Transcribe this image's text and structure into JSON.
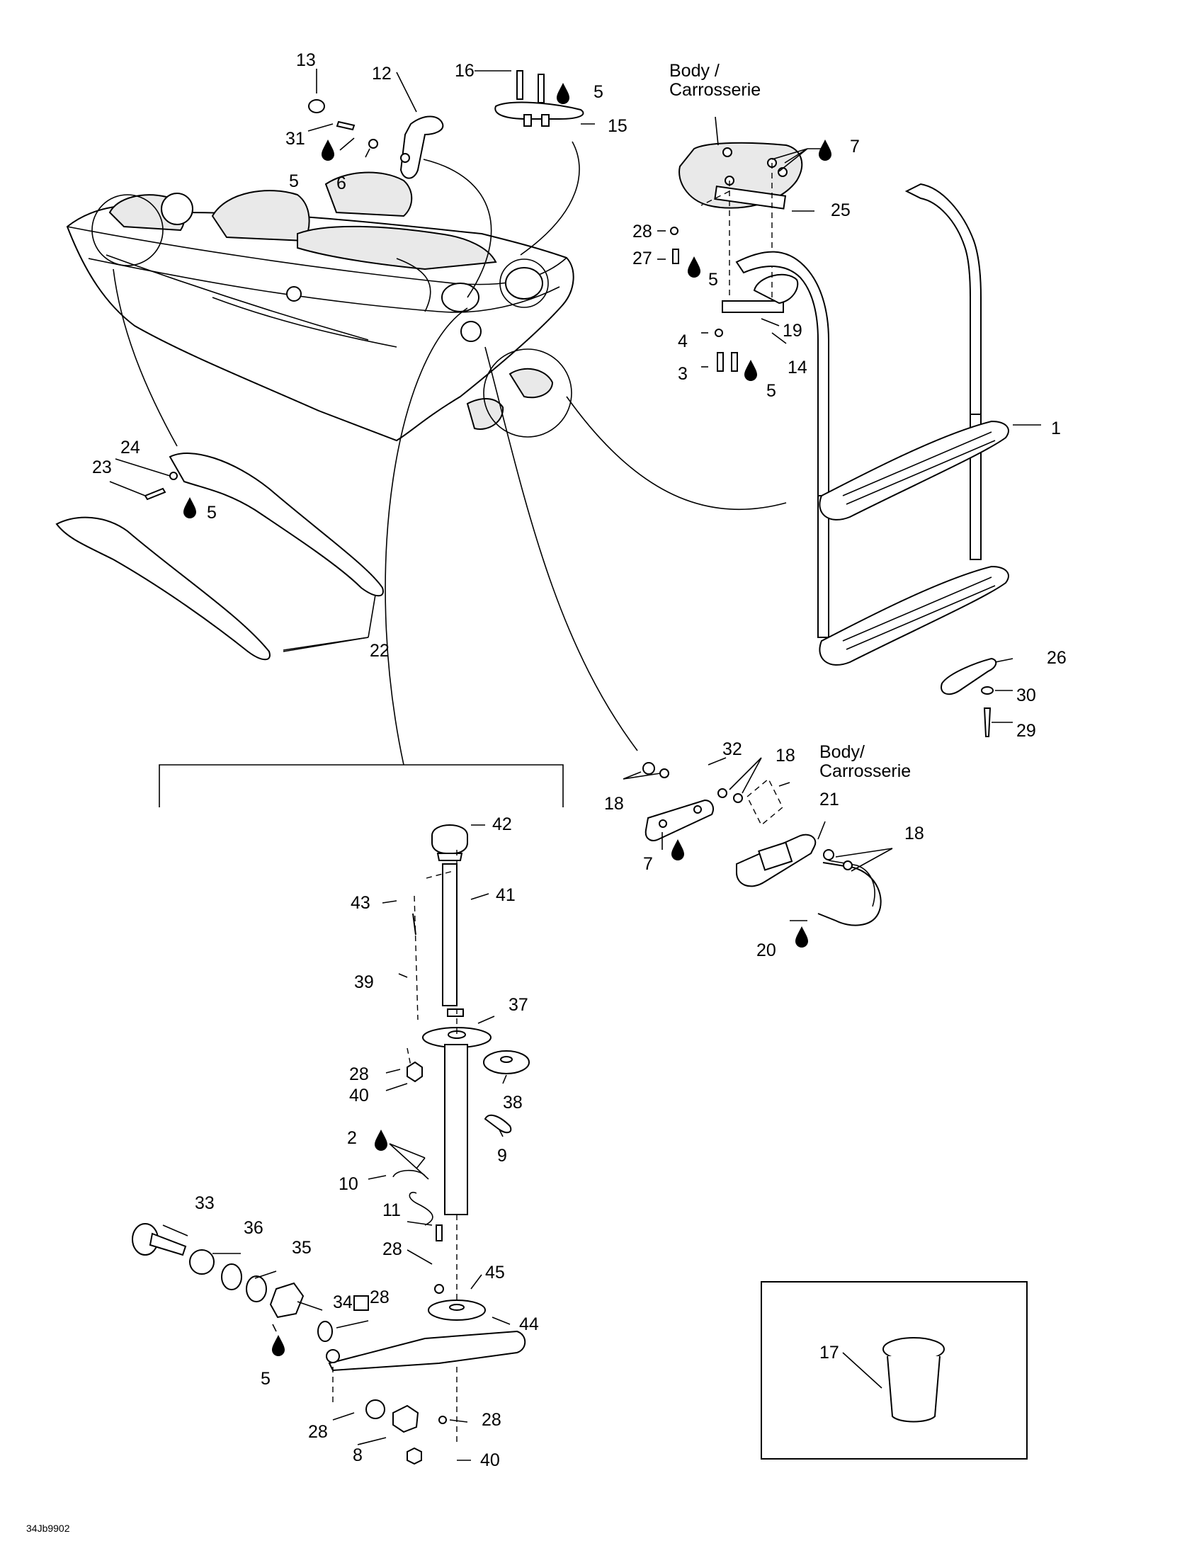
{
  "diagram": {
    "labels": {
      "body_fr": [
        "Body /",
        "Carrosserie"
      ],
      "body2_fr": [
        "Body/",
        "Carrosserie"
      ],
      "reference": "34Jb9902"
    },
    "callouts": [
      {
        "id": "c1",
        "text": "1"
      },
      {
        "id": "c2",
        "text": "2"
      },
      {
        "id": "c3",
        "text": "3"
      },
      {
        "id": "c4",
        "text": "4"
      },
      {
        "id": "c5a",
        "text": "5"
      },
      {
        "id": "c5b",
        "text": "5"
      },
      {
        "id": "c5c",
        "text": "5"
      },
      {
        "id": "c5d",
        "text": "5"
      },
      {
        "id": "c5e",
        "text": "5"
      },
      {
        "id": "c5f",
        "text": "5"
      },
      {
        "id": "c6",
        "text": "6"
      },
      {
        "id": "c7a",
        "text": "7"
      },
      {
        "id": "c7b",
        "text": "7"
      },
      {
        "id": "c8",
        "text": "8"
      },
      {
        "id": "c9",
        "text": "9"
      },
      {
        "id": "c10",
        "text": "10"
      },
      {
        "id": "c11",
        "text": "11"
      },
      {
        "id": "c12",
        "text": "12"
      },
      {
        "id": "c13",
        "text": "13"
      },
      {
        "id": "c14",
        "text": "14"
      },
      {
        "id": "c15",
        "text": "15"
      },
      {
        "id": "c16",
        "text": "16"
      },
      {
        "id": "c17",
        "text": "17"
      },
      {
        "id": "c18a",
        "text": "18"
      },
      {
        "id": "c18b",
        "text": "18"
      },
      {
        "id": "c18c",
        "text": "18"
      },
      {
        "id": "c19",
        "text": "19"
      },
      {
        "id": "c20",
        "text": "20"
      },
      {
        "id": "c21",
        "text": "21"
      },
      {
        "id": "c22",
        "text": "22"
      },
      {
        "id": "c23",
        "text": "23"
      },
      {
        "id": "c24",
        "text": "24"
      },
      {
        "id": "c25",
        "text": "25"
      },
      {
        "id": "c26",
        "text": "26"
      },
      {
        "id": "c27",
        "text": "27"
      },
      {
        "id": "c28a",
        "text": "28"
      },
      {
        "id": "c28b",
        "text": "28"
      },
      {
        "id": "c28c",
        "text": "28"
      },
      {
        "id": "c28d",
        "text": "28"
      },
      {
        "id": "c28e",
        "text": "28"
      },
      {
        "id": "c28f",
        "text": "28"
      },
      {
        "id": "c29",
        "text": "29"
      },
      {
        "id": "c30",
        "text": "30"
      },
      {
        "id": "c31",
        "text": "31"
      },
      {
        "id": "c32",
        "text": "32"
      },
      {
        "id": "c33",
        "text": "33"
      },
      {
        "id": "c34",
        "text": "34"
      },
      {
        "id": "c35",
        "text": "35"
      },
      {
        "id": "c36",
        "text": "36"
      },
      {
        "id": "c37",
        "text": "37"
      },
      {
        "id": "c38",
        "text": "38"
      },
      {
        "id": "c39",
        "text": "39"
      },
      {
        "id": "c40a",
        "text": "40"
      },
      {
        "id": "c40b",
        "text": "40"
      },
      {
        "id": "c41",
        "text": "41"
      },
      {
        "id": "c42",
        "text": "42"
      },
      {
        "id": "c43",
        "text": "43"
      },
      {
        "id": "c44",
        "text": "44"
      },
      {
        "id": "c45",
        "text": "45"
      }
    ]
  }
}
